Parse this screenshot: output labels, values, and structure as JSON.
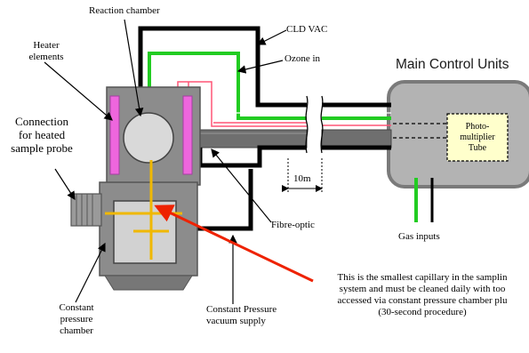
{
  "labels": {
    "reaction_chamber": "Reaction chamber",
    "cld_vac": "CLD VAC",
    "ozone_in": "Ozone in",
    "heater_line1": "Heater",
    "heater_line2": "elements",
    "connection_line1": "Connection",
    "connection_line2": "for heated",
    "connection_line3": "sample probe",
    "main_control_units": "Main Control Units",
    "photomultiplier_line1": "Photo-",
    "photomultiplier_line2": "multiplier",
    "photomultiplier_line3": "Tube",
    "distance": "10m",
    "fibre_optic": "Fibre-optic",
    "gas_inputs": "Gas inputs",
    "constant_pressure_line1": "Constant",
    "constant_pressure_line2": "pressure",
    "constant_pressure_line3": "chamber",
    "vacuum_line1": "Constant Pressure",
    "vacuum_line2": "vacuum supply",
    "note_line1": "This is the smallest capillary in the samplin",
    "note_line2": "system and must be cleaned daily with too",
    "note_line3": "accessed via constant pressure chamber plu",
    "note_line4": "(30-second procedure)"
  },
  "colors": {
    "vac_line": "#000000",
    "ozone_line": "#22cc22",
    "heater_wire": "#ff5577",
    "heater_element": "#ee66dd",
    "capillary": "#f0b800",
    "pointer_arrow": "#ee2200",
    "control_unit": "#b3b3b3",
    "photomultiplier": "#ffffcc",
    "housing": "#8c8c8c",
    "fibre": "#6f6f6f"
  }
}
